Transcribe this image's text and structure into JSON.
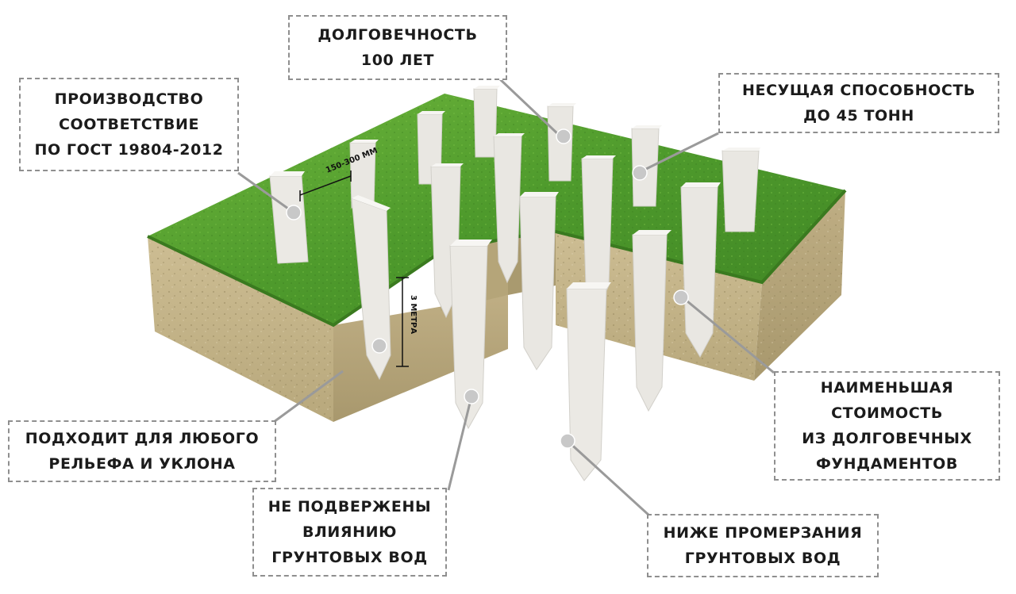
{
  "callouts": {
    "durability": "ДОЛГОВЕЧНОСТЬ\n100 ЛЕТ",
    "production": "ПРОИЗВОДСТВО\nСООТВЕТСТВИЕ\nПО ГОСТ 19804-2012",
    "capacity": "НЕСУЩАЯ СПОСОБНОСТЬ\nДО 45 ТОНН",
    "cost": "НАИМЕНЬШАЯ\nСТОИМОСТЬ\nИЗ ДОЛГОВЕЧНЫХ\nФУНДАМЕНТОВ",
    "terrain": "ПОДХОДИТ ДЛЯ ЛЮБОГО\nРЕЛЬЕФА И УКЛОНА",
    "groundwater": "НЕ ПОДВЕРЖЕНЫ\nВЛИЯНИЮ\nГРУНТОВЫХ ВОД",
    "frost": "НИЖЕ ПРОМЕРЗАНИЯ\nГРУНТОВЫХ ВОД"
  },
  "dimensions": {
    "spacing": "150-300 ММ",
    "depth": "3 МЕТРА"
  },
  "colors": {
    "grass": "#4f9a2c",
    "soil": "#c9b88f",
    "concrete": "#e8e6e1",
    "border": "#8f8f8f",
    "connector": "#9a9a9a",
    "text": "#1b1b1b"
  }
}
